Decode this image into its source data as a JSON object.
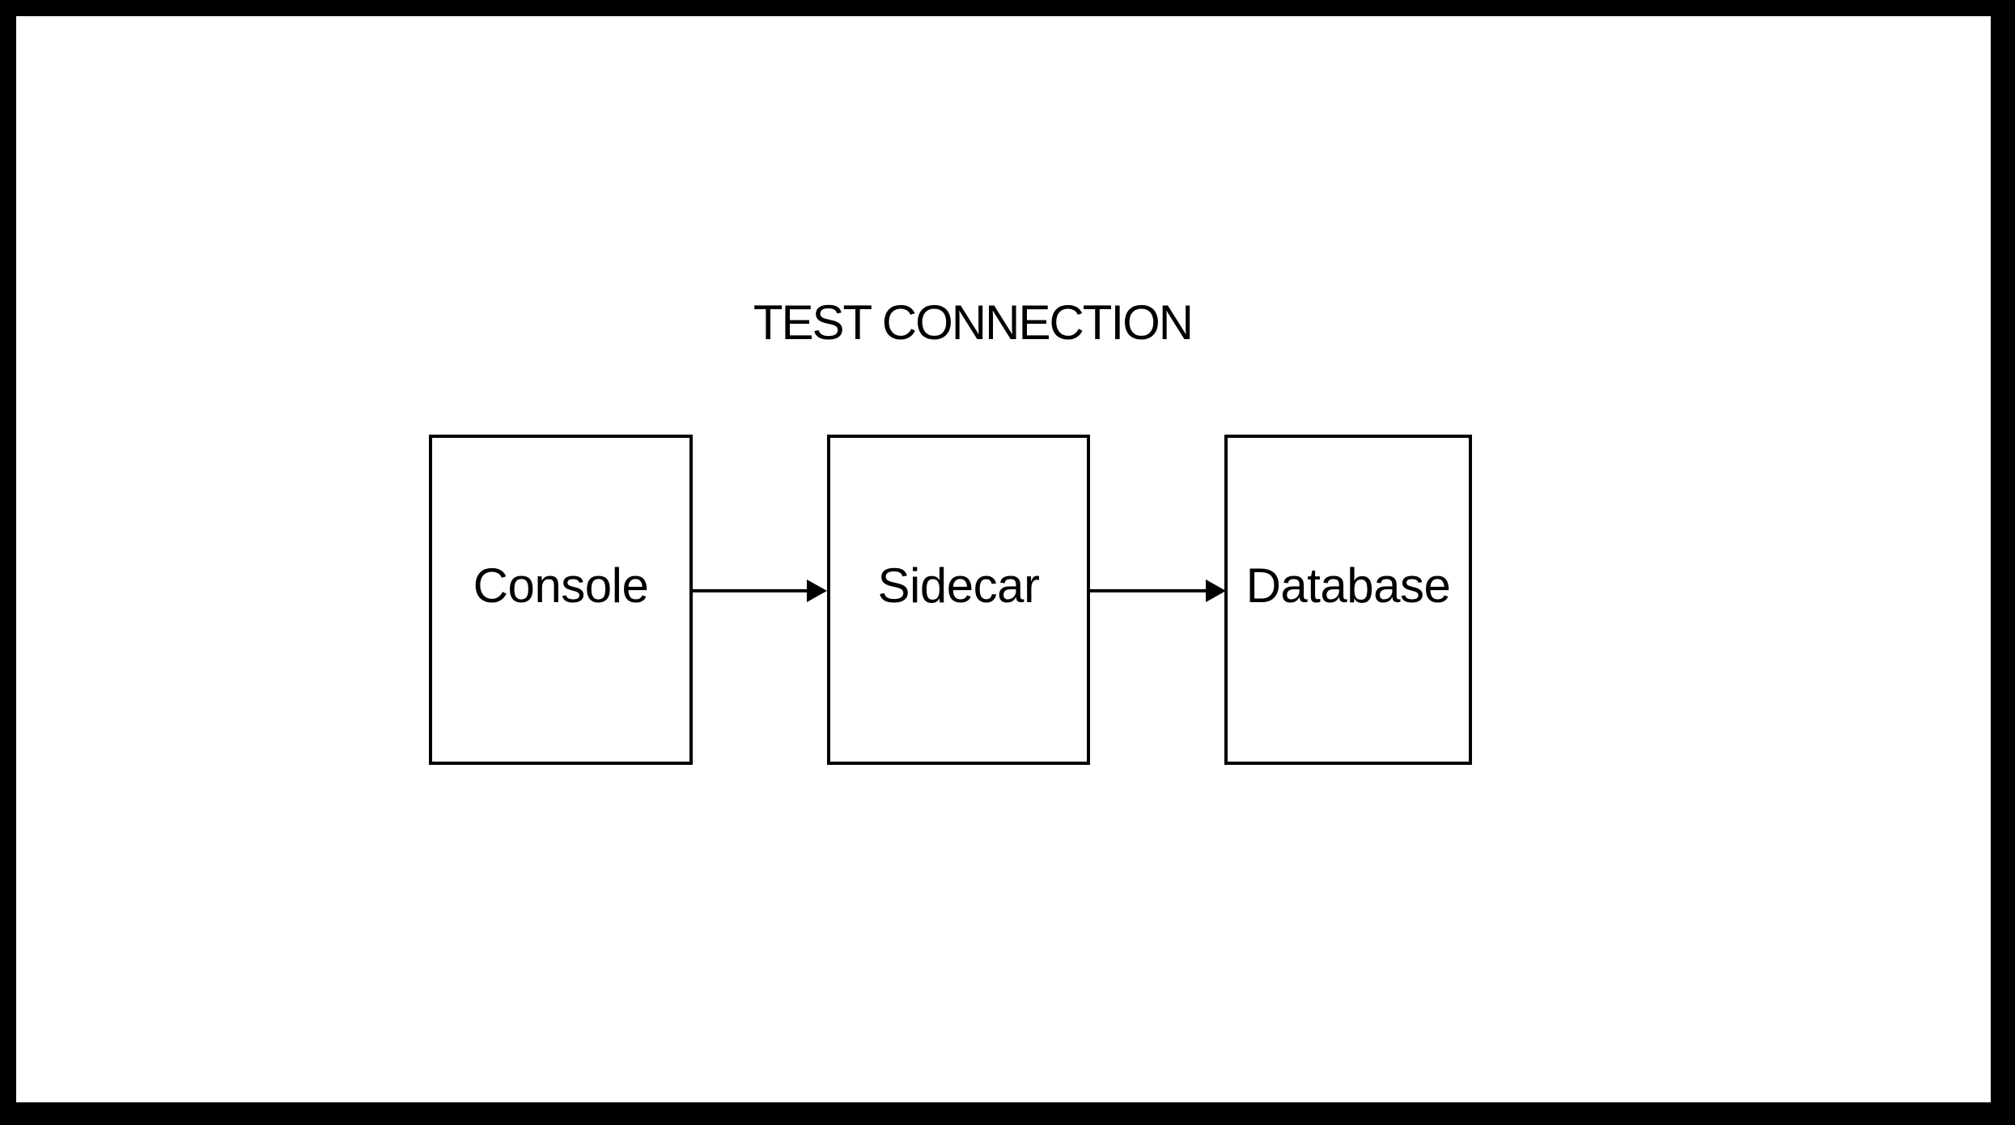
{
  "title": "TEST CONNECTION",
  "diagram": {
    "nodes": [
      {
        "id": "console",
        "label": "Console"
      },
      {
        "id": "sidecar",
        "label": "Sidecar"
      },
      {
        "id": "database",
        "label": "Database"
      }
    ],
    "edges": [
      {
        "from": "console",
        "to": "sidecar",
        "direction": "right"
      },
      {
        "from": "sidecar",
        "to": "database",
        "direction": "right"
      }
    ]
  },
  "colors": {
    "frame": "#000000",
    "background": "#ffffff",
    "stroke": "#000000",
    "text": "#000000"
  }
}
